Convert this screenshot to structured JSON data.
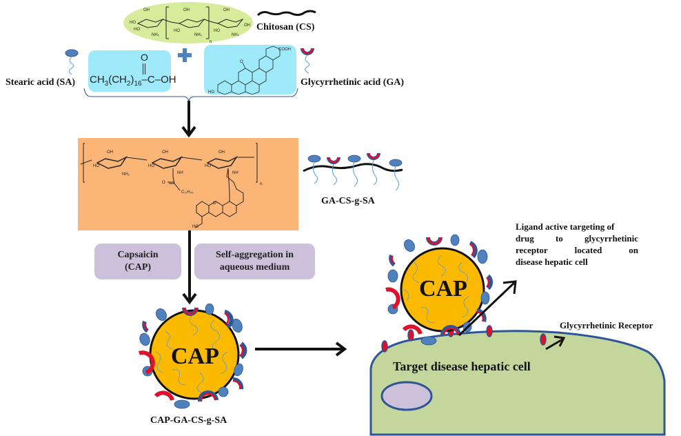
{
  "reactants": {
    "chitosan": {
      "label": "Chitosan (CS)",
      "structure_labels": [
        "OH",
        "HO",
        "NH2",
        "OH",
        "HO",
        "NH2",
        "OH",
        "HO",
        "NH2",
        "OH",
        "n"
      ]
    },
    "stearic_acid": {
      "label": "Stearic acid (SA)",
      "formula_parts": [
        "CH",
        "3",
        "(CH",
        "2",
        ")",
        "16",
        "–C–OH"
      ],
      "carbonyl_o": "O"
    },
    "glycyrrhetinic_acid": {
      "label": "Glycyrrhetinic acid (GA)",
      "groups": [
        "COOH",
        "HO",
        "O"
      ]
    },
    "plus_symbol": "+"
  },
  "conjugate": {
    "label": "GA-CS-g-SA",
    "structure_labels": [
      "OH",
      "HO",
      "NH2",
      "OH",
      "HO",
      "NH",
      "OH",
      "HO",
      "NH",
      "O",
      "C17H35",
      "n",
      "HO"
    ]
  },
  "process": {
    "step1": {
      "line1": "Capsaicin",
      "line2": "(CAP)"
    },
    "step2": {
      "line1": "Self-aggregation in",
      "line2": "aqueous medium"
    }
  },
  "nanoparticle": {
    "core_label": "CAP",
    "label": "CAP-GA-CS-g-SA"
  },
  "targeting": {
    "core_label": "CAP",
    "description": "Ligand active targeting of drug to glycyrrhetinic receptor located on disease hepatic cell",
    "description_lines": [
      "Ligand active targeting of",
      "drug to glycyrrhetinic",
      "receptor located on",
      "disease hepatic cell"
    ],
    "receptor_label": "Glycyrrhetinic Receptor",
    "cell_label": "Target disease hepatic cell"
  },
  "colors": {
    "chitosan_ellipse": "#d7ec9a",
    "reactant_box": "#9eeafa",
    "conjugate_box": "#fbb577",
    "process_box": "#ccc0da",
    "core": "#fbb900",
    "sa_head": "#4f81bd",
    "ga_cup": "#e0102a",
    "cell": "#c3d69b",
    "nucleus": "#ccc0da"
  }
}
